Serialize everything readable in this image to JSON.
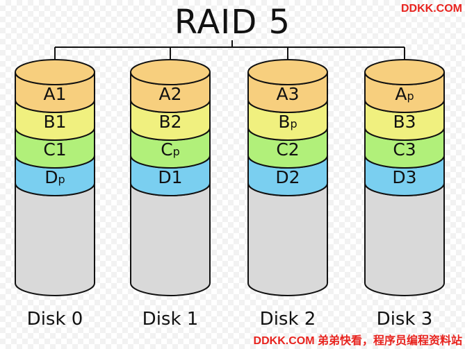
{
  "title": "RAID 5",
  "watermark_top": "DDKK.COM",
  "watermark_bottom": "DDKK.COM 弟弟快看，程序员编程资料站",
  "colors": {
    "A": "#f7cf7e",
    "B": "#f0f07f",
    "C": "#b1f07a",
    "D": "#7acff0",
    "empty": "#d9d9d9",
    "stroke": "#111111"
  },
  "disks": [
    {
      "label": "Disk 0",
      "blocks": [
        {
          "main": "A1",
          "sub": "",
          "row": "A"
        },
        {
          "main": "B1",
          "sub": "",
          "row": "B"
        },
        {
          "main": "C1",
          "sub": "",
          "row": "C"
        },
        {
          "main": "D",
          "sub": "p",
          "row": "D"
        }
      ]
    },
    {
      "label": "Disk 1",
      "blocks": [
        {
          "main": "A2",
          "sub": "",
          "row": "A"
        },
        {
          "main": "B2",
          "sub": "",
          "row": "B"
        },
        {
          "main": "C",
          "sub": "p",
          "row": "C"
        },
        {
          "main": "D1",
          "sub": "",
          "row": "D"
        }
      ]
    },
    {
      "label": "Disk 2",
      "blocks": [
        {
          "main": "A3",
          "sub": "",
          "row": "A"
        },
        {
          "main": "B",
          "sub": "p",
          "row": "B"
        },
        {
          "main": "C2",
          "sub": "",
          "row": "C"
        },
        {
          "main": "D2",
          "sub": "",
          "row": "D"
        }
      ]
    },
    {
      "label": "Disk 3",
      "blocks": [
        {
          "main": "A",
          "sub": "p",
          "row": "A"
        },
        {
          "main": "B3",
          "sub": "",
          "row": "B"
        },
        {
          "main": "C3",
          "sub": "",
          "row": "C"
        },
        {
          "main": "D3",
          "sub": "",
          "row": "D"
        }
      ]
    }
  ]
}
